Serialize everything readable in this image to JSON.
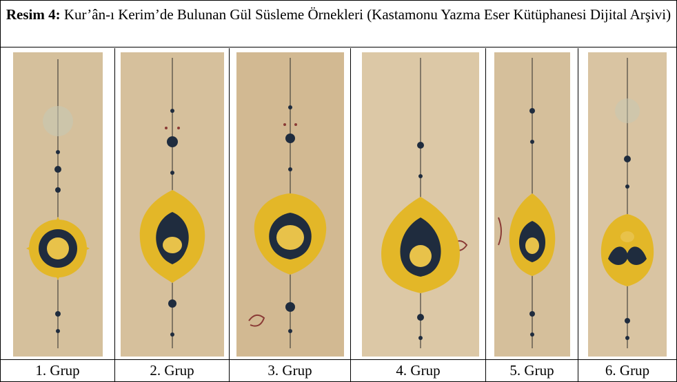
{
  "caption": {
    "bold": "Resim 4:",
    "text": " Kur’ân-ı Kerim’de Bulunan Gül Süsleme Örnekleri (Kastamonu Yazma Eser Kütüphanesi Dijital Arşivi)"
  },
  "groups": [
    {
      "label": "1. Grup",
      "icon": "rose-ornament-icon"
    },
    {
      "label": "2. Grup",
      "icon": "rose-ornament-icon"
    },
    {
      "label": "3. Grup",
      "icon": "rose-ornament-icon"
    },
    {
      "label": "4. Grup",
      "icon": "rose-ornament-icon"
    },
    {
      "label": "5. Grup",
      "icon": "rose-ornament-icon"
    },
    {
      "label": "6. Grup",
      "icon": "rose-ornament-icon"
    }
  ],
  "colors": {
    "parchment": "#d8c3a0",
    "gold": "#e3b728",
    "navy": "#1f2c3e",
    "red": "#8a3a35"
  }
}
